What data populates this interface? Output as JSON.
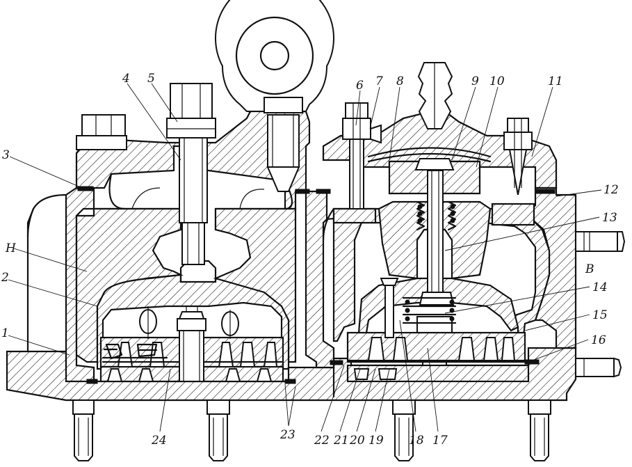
{
  "labels": {
    "l1": "1",
    "l2": "2",
    "l3": "3",
    "l4": "4",
    "l5": "5",
    "l6": "6",
    "l7": "7",
    "l8": "8",
    "l9": "9",
    "l10": "10",
    "l11": "11",
    "l12": "12",
    "l13": "13",
    "l14": "14",
    "l15": "15",
    "l16": "16",
    "l17": "17",
    "l18": "18",
    "l19": "19",
    "l20": "20",
    "l21": "21",
    "l22": "22",
    "l23": "23",
    "l24": "24",
    "lH": "Н",
    "lB": "В"
  },
  "colors": {
    "ink": "#111111",
    "paper": "#ffffff"
  }
}
